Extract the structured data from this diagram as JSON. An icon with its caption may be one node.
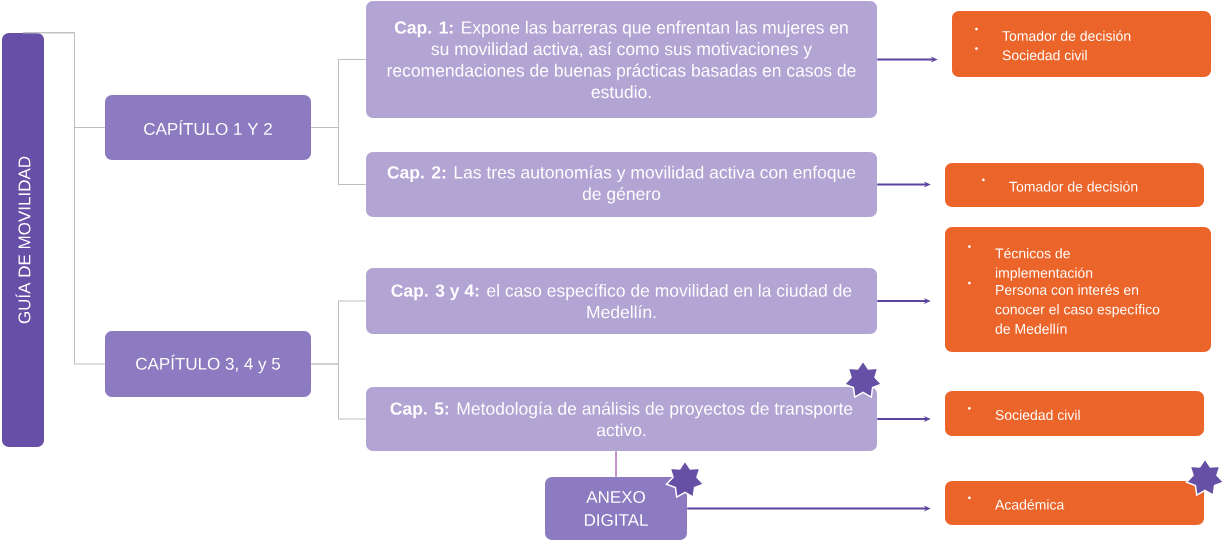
{
  "diagram": {
    "nodes": [
      {
        "text": [
          "GUÍA DE MOVILIDAD"
        ]
      },
      {
        "text": [
          "CAPÍTULO 1 Y 2"
        ]
      },
      {
        "text": [
          "CAPÍTULO 3, 4 y 5"
        ]
      },
      {
        "text": [
          "**Cap. 1:** Expone las barreras que enfrentan las mujeres en su movilidad activa, así como sus motivaciones y recomendaciones de buenas prácticas basadas en casos de estudio."
        ]
      },
      {
        "text": [
          "**Cap. 2:** Las tres autonomías y movilidad activa con enfoque de género"
        ]
      },
      {
        "text": [
          "**Cap. 3 y 4:** el caso específico de movilidad en la ciudad de Medellín."
        ]
      },
      {
        "text": [
          "**Cap. 5:** Metodología de análisis de proyectos de transporte activo."
        ]
      },
      {
        "text": [
          "ANEXO DIGITAL"
        ]
      },
      {
        "text": [
          "Tomador de decisión",
          "Sociedad civil"
        ]
      },
      {
        "text": [
          "Tomador de decisión"
        ]
      },
      {
        "text": [
          "Técnicos de implementación",
          "Persona con interés en conocer el caso específico de Medellín"
        ]
      },
      {
        "text": [
          "Sociedad civil"
        ]
      },
      {
        "text": [
          "Académica"
        ]
      }
    ],
    "edges": [
      {
        "from": 0,
        "to": 1,
        "arrow": "none"
      },
      {
        "from": 0,
        "to": 2,
        "arrow": "none"
      },
      {
        "from": 1,
        "to": 3,
        "arrow": "none"
      },
      {
        "from": 1,
        "to": 4,
        "arrow": "none"
      },
      {
        "from": 2,
        "to": 5,
        "arrow": "none"
      },
      {
        "from": 2,
        "to": 6,
        "arrow": "none"
      },
      {
        "from": 3,
        "to": 8,
        "arrow": "to",
        "color": "#5b43a0"
      },
      {
        "from": 4,
        "to": 9,
        "arrow": "to",
        "color": "#5b43a0"
      },
      {
        "from": 5,
        "to": 10,
        "arrow": "to",
        "color": "#5b43a0"
      },
      {
        "from": 6,
        "to": 11,
        "arrow": "to",
        "color": "#5b43a0"
      },
      {
        "from": 6,
        "to": 7,
        "arrow": "none",
        "color": "#8b2a8f"
      },
      {
        "from": 7,
        "to": 12,
        "arrow": "to",
        "color": "#5b43a0"
      }
    ]
  }
}
